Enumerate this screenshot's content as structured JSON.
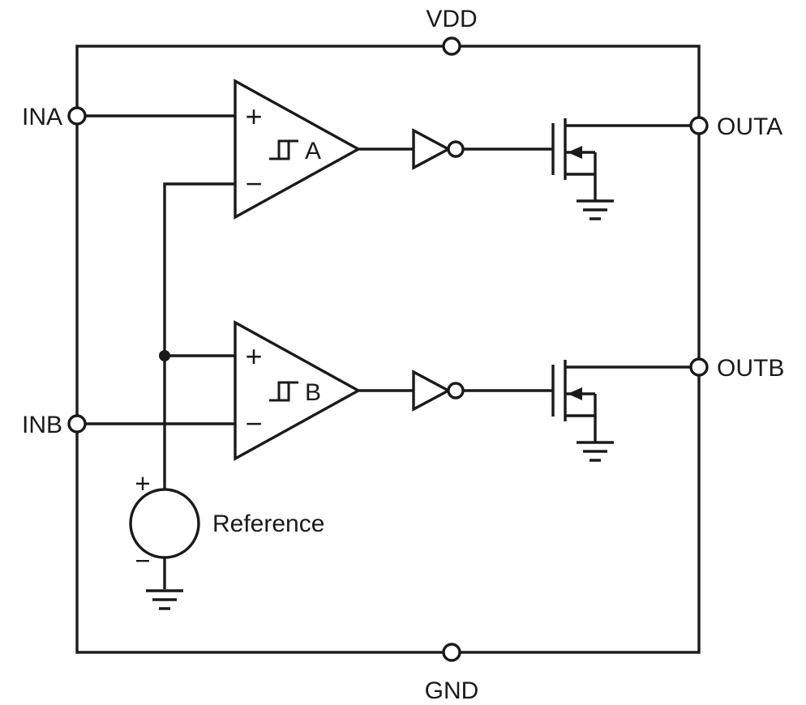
{
  "diagram": {
    "type": "functional-block-diagram",
    "pins": {
      "vdd": "VDD",
      "gnd": "GND",
      "ina": "INA",
      "inb": "INB",
      "outa": "OUTA",
      "outb": "OUTB"
    },
    "comparator_a": {
      "label": "A",
      "plus": "+",
      "minus": "−"
    },
    "comparator_b": {
      "label": "B",
      "plus": "+",
      "minus": "−"
    },
    "reference": {
      "label": "Reference",
      "plus": "+",
      "minus": "−"
    },
    "colors": {
      "line": "#1a1a1a",
      "background": "#ffffff"
    }
  }
}
